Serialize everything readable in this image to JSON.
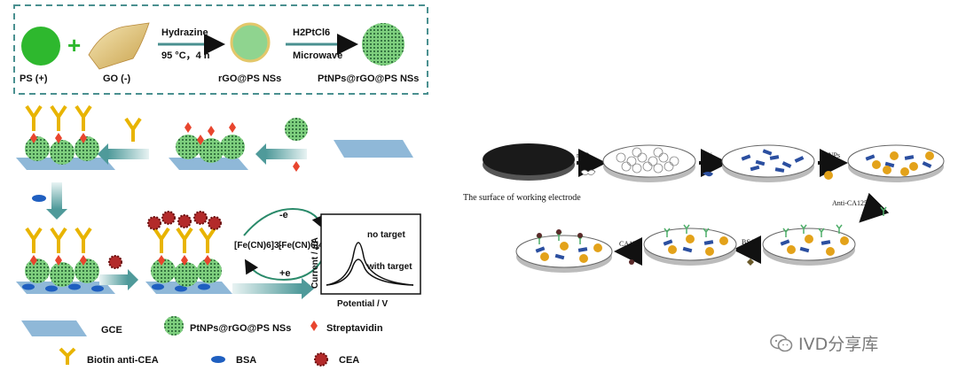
{
  "left_panel": {
    "top_box": {
      "ps_label": "PS (+)",
      "go_label": "GO (-)",
      "step1": {
        "line1": "Hydrazine",
        "line2": "95 °C，4 h"
      },
      "rgo_label": "rGO@PS NSs",
      "step2": {
        "reagent": "H2PtCl6",
        "line2": "Microwave"
      },
      "pt_label": "PtNPs@rGO@PS NSs"
    },
    "redox": {
      "minus_e": "-e",
      "plus_e": "+e",
      "ox": "[Fe(CN)6]3-",
      "red": "[Fe(CN)6]4-"
    },
    "plot": {
      "ylabel": "Current / μA",
      "xlabel": "Potential / V",
      "no_target": "no target",
      "with_target": "with target"
    },
    "legend": {
      "gce": "GCE",
      "pt": "PtNPs@rGO@PS NSs",
      "strep": "Streptavidin",
      "biotin": "Biotin anti-CEA",
      "bsa": "BSA",
      "cea": "CEA"
    },
    "colors": {
      "ps_green": "#2eb82e",
      "pt_sphere": "#7ecf7e",
      "dash_box": "#4a9090",
      "streptavidin": "#e8452e",
      "antibody": "#e8b400",
      "cea": "#b32a2a",
      "bsa": "#1f5fc0",
      "electrode": "#8fb8d8"
    }
  },
  "right_panel": {
    "electrode_caption": "The surface of working electrode",
    "arrows": {
      "rgo": "rGO",
      "thi": "Thi",
      "aunps": "AuNPs",
      "anti_ca125": "Anti-CA125",
      "bsa": "BSA",
      "ca125": "CA125"
    },
    "colors": {
      "disk_dark": "#1a1a1a",
      "thi_blue": "#2b4fa0",
      "au_gold": "#e3a21a",
      "ab_green": "#4fae6a"
    }
  },
  "watermark": {
    "text": "IVD分享库",
    "icon": "wechat-icon"
  }
}
